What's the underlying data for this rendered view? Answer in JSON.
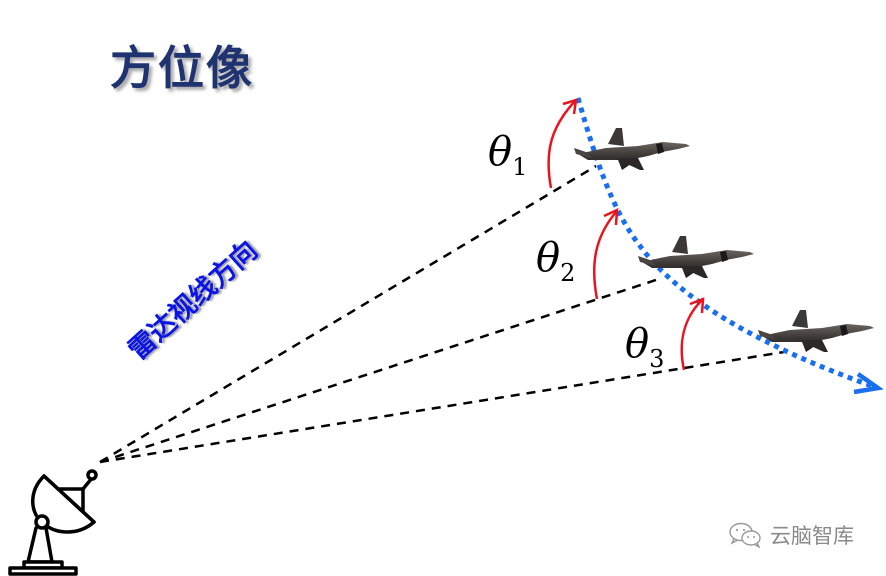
{
  "title": "方位像",
  "los_label": "雷达视线方向",
  "angles": [
    {
      "symbol": "θ",
      "subscript": "1"
    },
    {
      "symbol": "θ",
      "subscript": "2"
    },
    {
      "symbol": "θ",
      "subscript": "3"
    }
  ],
  "watermark": {
    "icon": "wechat-icon",
    "text": "云脑智库"
  },
  "colors": {
    "title": "#1f3370",
    "los_label": "#0a14e6",
    "trajectory": "#1a6ef0",
    "angle_arc": "#e8141e",
    "sight_line": "#000000",
    "watermark": "#8a8a8a"
  },
  "elements": {
    "radar": "radar-dish-icon",
    "aircraft": [
      "aircraft-1",
      "aircraft-2",
      "aircraft-3"
    ],
    "trajectory": "dotted-flight-path-arrow"
  }
}
